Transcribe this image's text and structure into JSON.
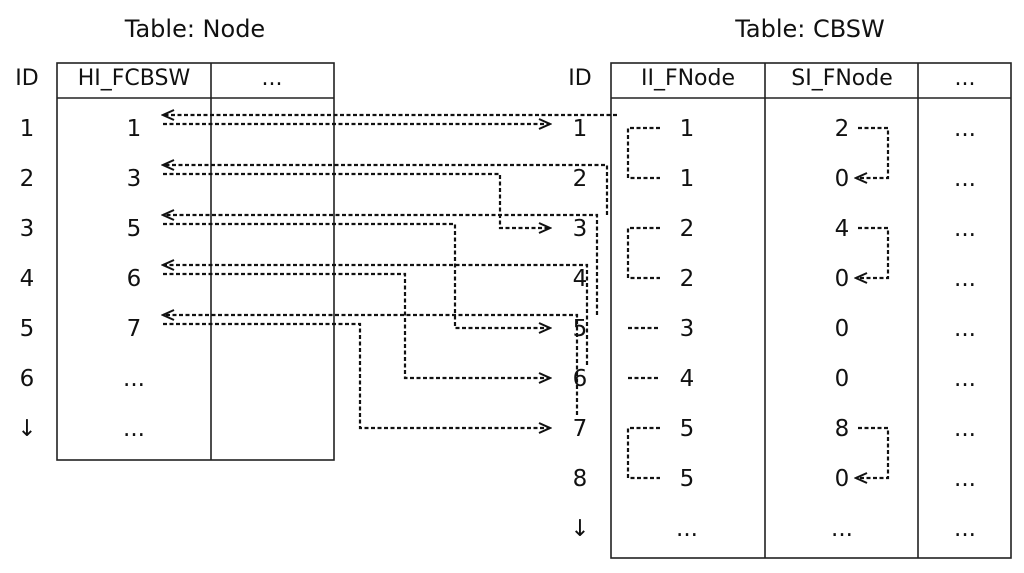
{
  "node_table": {
    "title": "Table: Node",
    "id_header": "ID",
    "columns": [
      "HI_FCBSW",
      "..."
    ],
    "ids": [
      "1",
      "2",
      "3",
      "4",
      "5",
      "6",
      "↓"
    ],
    "hi_fcbsw": [
      "1",
      "3",
      "5",
      "6",
      "7",
      "...",
      "..."
    ]
  },
  "cbsw_table": {
    "title": "Table: CBSW",
    "id_header": "ID",
    "columns": [
      "II_FNode",
      "SI_FNode",
      "..."
    ],
    "ids": [
      "1",
      "2",
      "3",
      "4",
      "5",
      "6",
      "7",
      "8",
      "↓"
    ],
    "ii_fnode": [
      "1",
      "1",
      "2",
      "2",
      "3",
      "4",
      "5",
      "5",
      "..."
    ],
    "si_fnode": [
      "2",
      "0",
      "4",
      "0",
      "0",
      "0",
      "8",
      "0",
      "..."
    ],
    "more": [
      "...",
      "...",
      "...",
      "...",
      "...",
      "...",
      "...",
      "...",
      "..."
    ]
  },
  "links": {
    "node_to_cbsw": [
      {
        "node_id": 1,
        "cbsw_id": 1
      },
      {
        "node_id": 2,
        "cbsw_id": 3
      },
      {
        "node_id": 3,
        "cbsw_id": 5
      },
      {
        "node_id": 4,
        "cbsw_id": 6
      },
      {
        "node_id": 5,
        "cbsw_id": 7
      }
    ],
    "ii_fnode_brackets": [
      {
        "from_id": 1,
        "to_id": 2
      },
      {
        "from_id": 3,
        "to_id": 4
      },
      {
        "from_id": 5,
        "to_id": 5
      },
      {
        "from_id": 6,
        "to_id": 6
      },
      {
        "from_id": 7,
        "to_id": 8
      }
    ],
    "si_fnode_brackets": [
      {
        "from_id": 1,
        "to_id": 2
      },
      {
        "from_id": 3,
        "to_id": 4
      },
      {
        "from_id": 7,
        "to_id": 8
      }
    ]
  }
}
